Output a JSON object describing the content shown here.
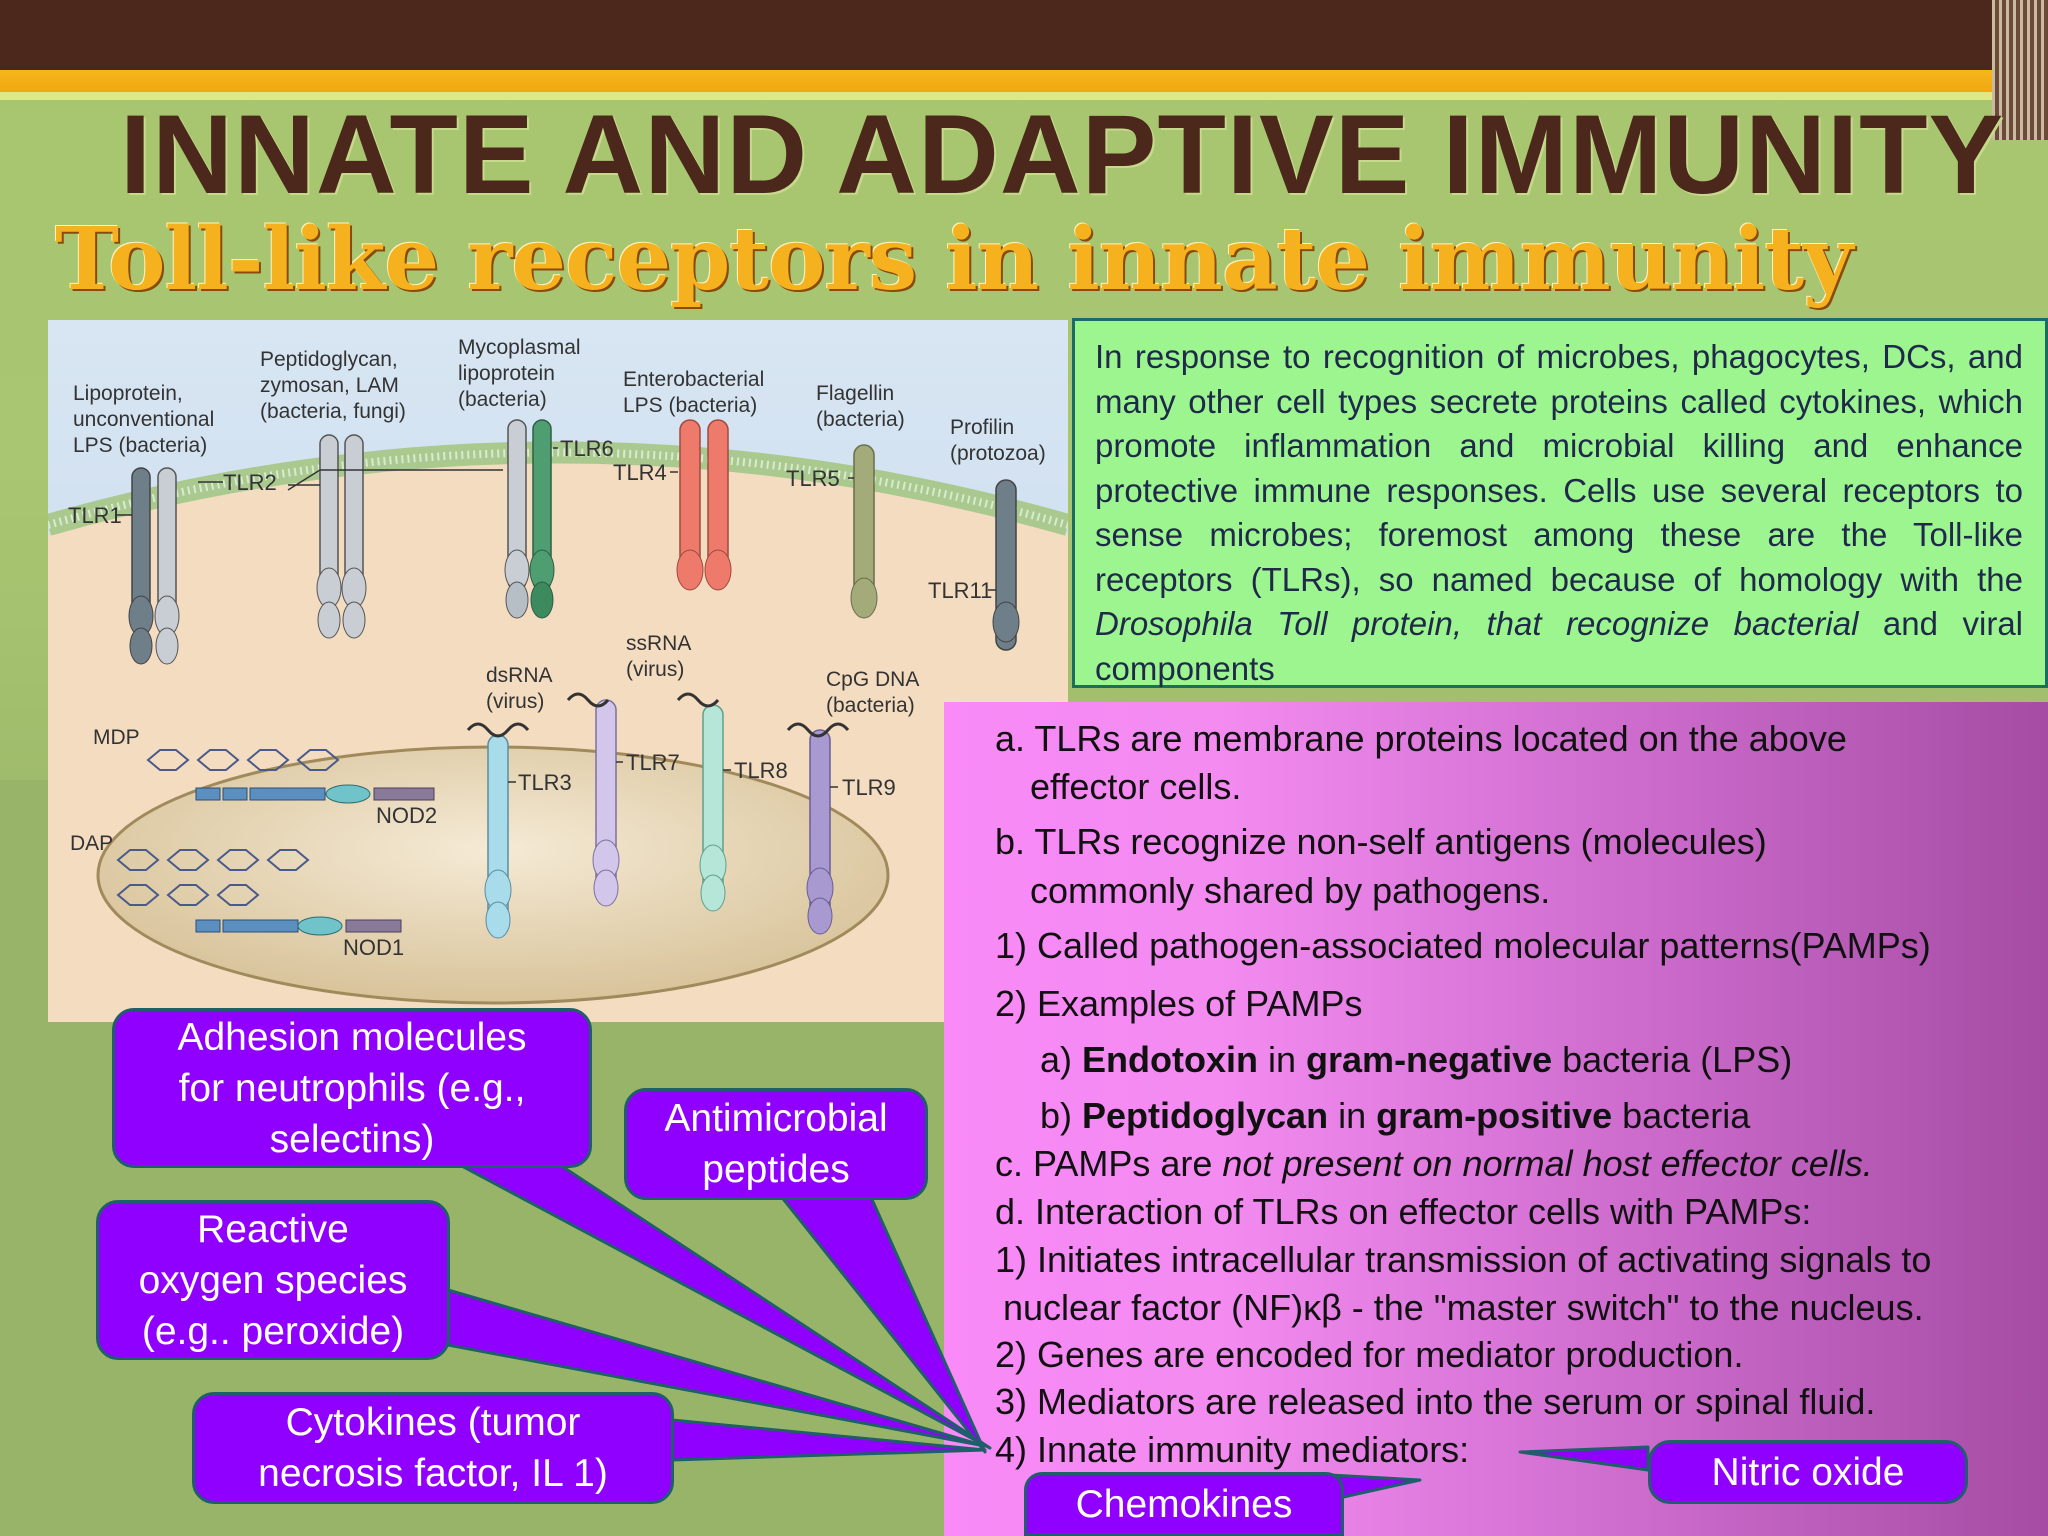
{
  "slide": {
    "title": "INNATE AND ADAPTIVE IMMUNITY",
    "subtitle": "Toll-like receptors in innate immunity"
  },
  "figure": {
    "ligands": {
      "lipoprotein": [
        "Lipoprotein,",
        "unconventional",
        "LPS (bacteria)"
      ],
      "peptidoglycan": [
        "Peptidoglycan,",
        "zymosan, LAM",
        "(bacteria, fungi)"
      ],
      "mycoplasmal": [
        "Mycoplasmal",
        "lipoprotein",
        "(bacteria)"
      ],
      "enterobacterial": [
        "Enterobacterial",
        "LPS (bacteria)"
      ],
      "flagellin": [
        "Flagellin",
        "(bacteria)"
      ],
      "profilin": [
        "Profilin",
        "(protozoa)"
      ],
      "dsrna": [
        "dsRNA",
        "(virus)"
      ],
      "ssrna": [
        "ssRNA",
        "(virus)"
      ],
      "cpg": [
        "CpG DNA",
        "(bacteria)"
      ],
      "mdp": "MDP",
      "dap": "DAP"
    },
    "receptors": {
      "tlr1": "TLR1",
      "tlr2": "TLR2",
      "tlr6": "TLR6",
      "tlr4": "TLR4",
      "tlr5": "TLR5",
      "tlr11": "TLR11",
      "tlr3": "TLR3",
      "tlr7": "TLR7",
      "tlr8": "TLR8",
      "tlr9": "TLR9",
      "nod2": "NOD2",
      "nod1": "NOD1"
    }
  },
  "info_box": {
    "text_a": "In response to recognition of microbes, phagocytes, DCs, and many other cell types secrete proteins called cytokines, which promote inflammation and microbial killing and enhance protective immune responses. Cells use several receptors to sense microbes; foremost among these are the Toll-like receptors (TLRs), so named because of homology with the ",
    "text_italic": "Drosophila Toll protein, that recognize bacterial",
    "text_b": " and viral components"
  },
  "list": {
    "a1": "a. TLRs are membrane proteins located on the above",
    "a2": "effector cells.",
    "b1": "b. TLRs recognize non-self antigens (molecules)",
    "b2": "commonly shared by pathogens.",
    "n1": "1) Called pathogen-associated molecular patterns(PAMPs)",
    "n2": "2) Examples of PAMPs",
    "ex_a_prefix": "a) ",
    "ex_a_bold1": "Endotoxin",
    "ex_a_mid": " in ",
    "ex_a_bold2": "gram-negative",
    "ex_a_suffix": " bacteria (LPS)",
    "ex_b_prefix": "b) ",
    "ex_b_bold1": "Peptidoglycan",
    "ex_b_mid": " in ",
    "ex_b_bold2": "gram-positive",
    "ex_b_suffix": " bacteria",
    "c_prefix": "c. PAMPs are ",
    "c_italic": "not present on normal host effector cells.",
    "d": "d. Interaction of TLRs on effector cells with PAMPs:",
    "d1a": "1) Initiates intracellular transmission of activating signals to",
    "d1b": "nuclear factor (NF)κβ - the \"master switch\" to the nucleus.",
    "d2": "2) Genes are encoded for mediator production.",
    "d3": "3) Mediators are released into the serum or spinal fluid.",
    "d4": "4) Innate immunity mediators:"
  },
  "callouts": {
    "adhesion": [
      "Adhesion molecules",
      "for neutrophils (e.g.,",
      "selectins)"
    ],
    "antimicrobial": [
      "Antimicrobial",
      "peptides"
    ],
    "reactive": [
      "Reactive",
      "oxygen species",
      "(e.g.. peroxide)"
    ],
    "cytokines": [
      "Cytokines (tumor",
      "necrosis factor, IL 1)"
    ],
    "nitric": "Nitric oxide",
    "chemokines": "Chemokines"
  },
  "colors": {
    "title_brown": "#4b281b",
    "subtitle_gold": "#f6b21e",
    "callout_purple": "#8f00ff",
    "info_green": "#9df58f"
  }
}
